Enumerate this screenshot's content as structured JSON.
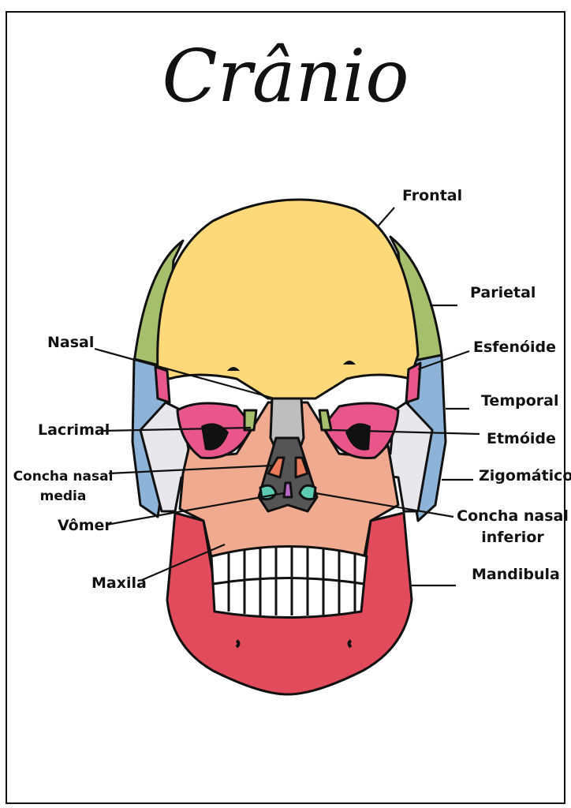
{
  "title": "Crânio",
  "labels": {
    "frontal": "Frontal",
    "parietal": "Parietal",
    "esfenoide": "Esfenóide",
    "temporal": "Temporal",
    "etmoide": "Etmóide",
    "zigomatico": "Zigomático",
    "concha_inferior_1": "Concha nasal",
    "concha_inferior_2": "inferior",
    "mandibula": "Mandibula",
    "nasal": "Nasal",
    "lacrimal": "Lacrimal",
    "concha_media_1": "Concha nasal",
    "concha_media_2": "media",
    "vomer": "Vômer",
    "maxila": "Maxila"
  },
  "colors": {
    "frontal": "#FDD97A",
    "parietal": "#A5BF6C",
    "temporal": "#8DB4D8",
    "esfenoide": "#E9578A",
    "zigomatico": "#E8E8EC",
    "maxila": "#EFAA90",
    "mandibula": "#E14B5B",
    "nasal": "#BEBEBE",
    "concha": "#5CCBB2",
    "vomer": "#B868C8"
  }
}
